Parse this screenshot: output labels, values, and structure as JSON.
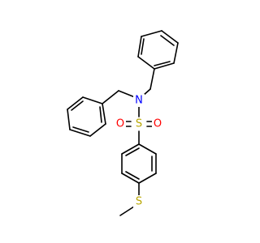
{
  "molecule": {
    "atoms": [
      {
        "label": "N",
        "color": "#0000ff"
      },
      {
        "label": "S",
        "color": "#b8a600"
      },
      {
        "label": "O",
        "color": "#ff0000"
      },
      {
        "label": "O",
        "color": "#ff0000"
      },
      {
        "label": "S",
        "color": "#b8a600"
      }
    ],
    "bond_color": "#000000"
  }
}
